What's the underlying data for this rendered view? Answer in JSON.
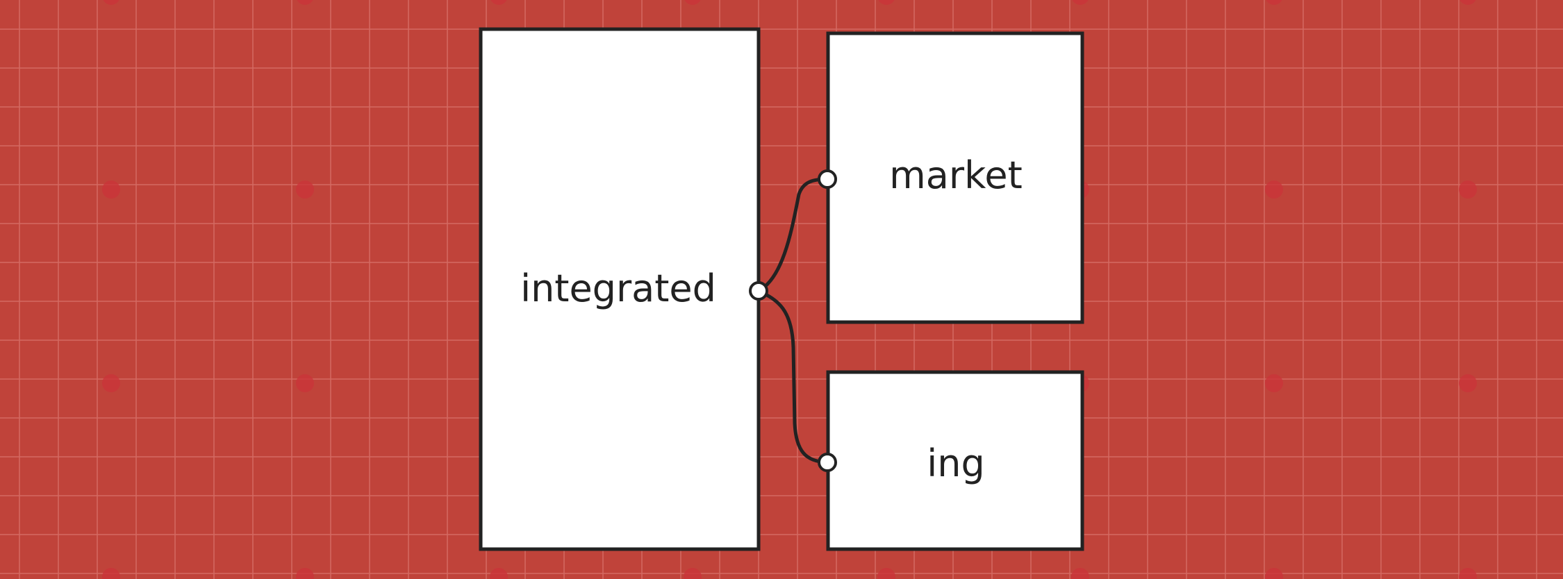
{
  "diagram": {
    "background_color": "#c0433a",
    "grid_line_color": "#d46a62",
    "grid_dot_color": "#c9343a",
    "box_fill": "#ffffff",
    "stroke_color": "#222222",
    "nodes": {
      "integrated": {
        "label": "integrated"
      },
      "market": {
        "label": "market"
      },
      "ing": {
        "label": "ing"
      }
    }
  }
}
